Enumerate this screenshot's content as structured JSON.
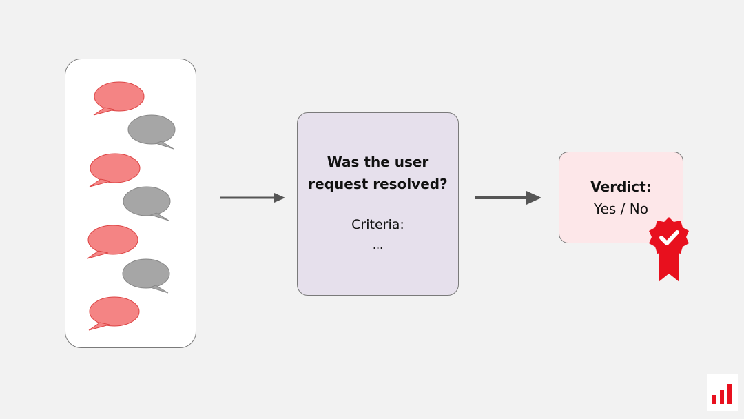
{
  "judge": {
    "question_line1": "Was the user",
    "question_line2": "request resolved?",
    "criteria_label": "Criteria:",
    "criteria_more": "..."
  },
  "verdict": {
    "title": "Verdict:",
    "value": "Yes / No"
  },
  "conversation": {
    "bubbles": [
      "user",
      "assistant",
      "user",
      "assistant",
      "user",
      "assistant",
      "user"
    ]
  },
  "colors": {
    "user_bubble": "#f48484",
    "assistant_bubble": "#a6a6a6",
    "accent_red": "#e8101e",
    "judge_fill": "#e6e0ec",
    "verdict_fill": "#fde7e9",
    "arrow": "#555555"
  },
  "icons": [
    "speech-bubble-icon",
    "right-arrow-icon",
    "approval-badge-icon",
    "bar-chart-logo-icon"
  ]
}
